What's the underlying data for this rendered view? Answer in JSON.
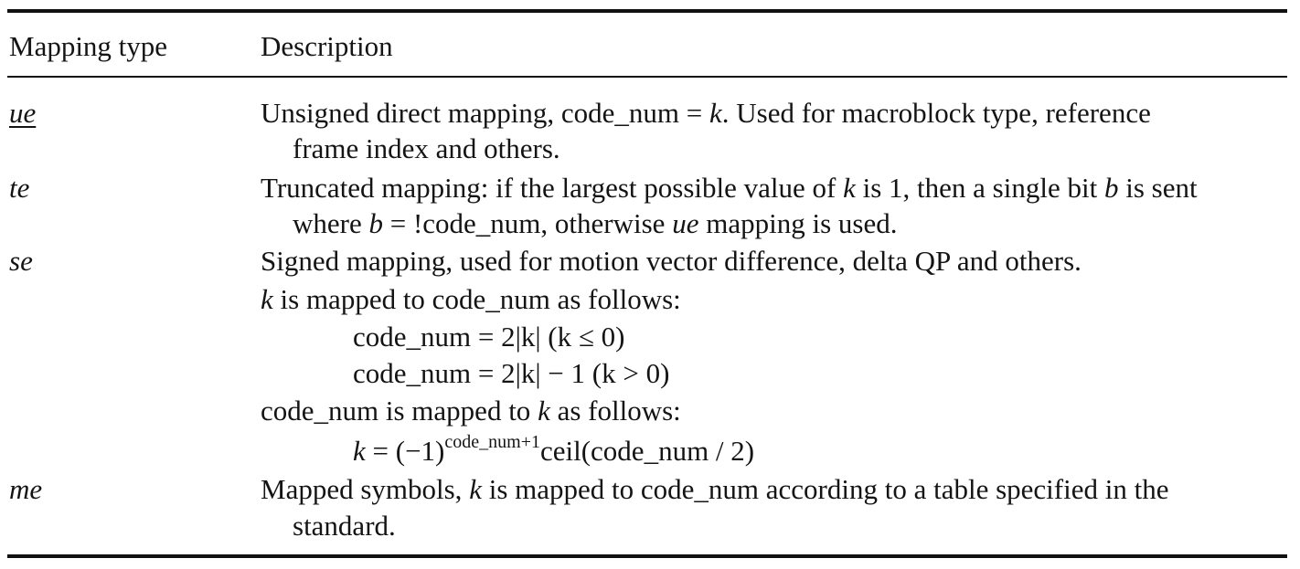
{
  "table": {
    "header": {
      "col1": "Mapping type",
      "col2": "Description"
    },
    "rows": {
      "ue": {
        "type": "ue",
        "line1": "Unsigned direct mapping, code_num = k. Used for macroblock type, reference",
        "line2": "frame index and others."
      },
      "te": {
        "type": "te",
        "line1": "Truncated mapping: if the largest possible value of k is 1, then a single bit b is sent",
        "line2": "where b = !code_num, otherwise ue mapping is used."
      },
      "se": {
        "type": "se",
        "line1": "Signed mapping, used for motion vector difference, delta QP and others.",
        "line2": "k is mapped to code_num as follows:",
        "eq1": "code_num = 2|k|    (k ≤ 0)",
        "eq2": "code_num = 2|k| − 1    (k > 0)",
        "line3": "code_num is mapped to k as follows:",
        "eq3": "k = (−1)^(code_num+1) ceil(code_num / 2)"
      },
      "me": {
        "type": "me",
        "line1": "Mapped symbols, k is mapped to code_num according to a table specified in the",
        "line2": "standard."
      }
    }
  }
}
